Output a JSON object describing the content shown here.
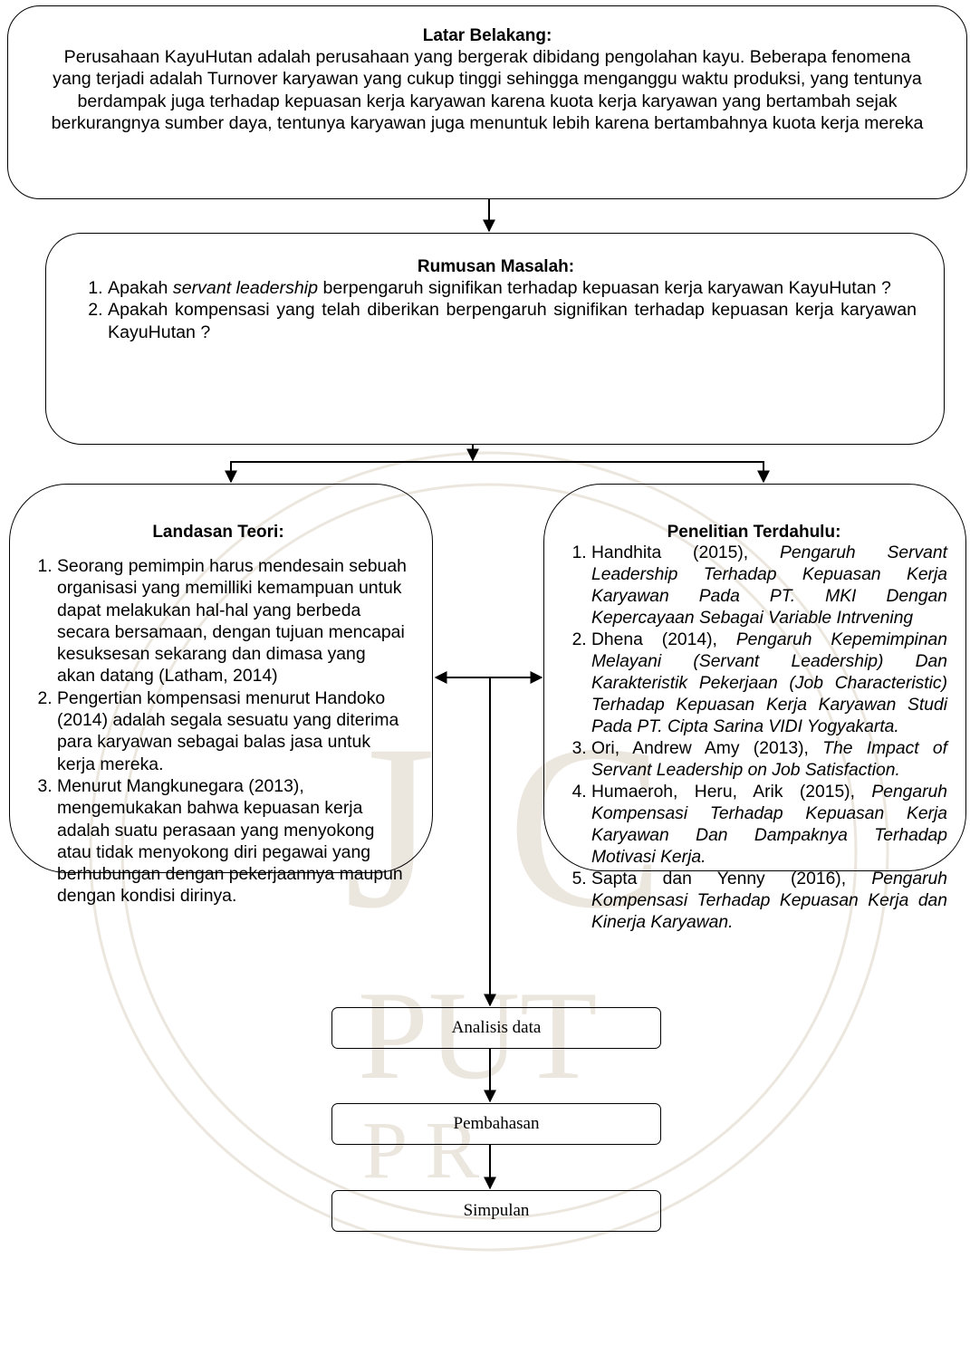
{
  "latar_belakang": {
    "title": "Latar Belakang:",
    "body": "Perusahaan KayuHutan adalah perusahaan yang bergerak dibidang pengolahan kayu. Beberapa fenomena yang terjadi adalah Turnover karyawan yang cukup tinggi sehingga menganggu waktu produksi, yang tentunya berdampak juga terhadap kepuasan kerja karyawan karena kuota kerja karyawan yang bertambah sejak berkurangnya sumber daya, tentunya karyawan juga menuntuk lebih karena bertambahnya kuota kerja mereka"
  },
  "rumusan_masalah": {
    "title": "Rumusan Masalah:",
    "items": [
      {
        "pre": "Apakah ",
        "em": "servant leadership",
        "post": " berpengaruh signifikan terhadap kepuasan kerja karyawan KayuHutan ?"
      },
      {
        "pre": "Apakah kompensasi yang telah diberikan berpengaruh signifikan terhadap kepuasan kerja karyawan KayuHutan ?",
        "em": "",
        "post": ""
      }
    ]
  },
  "landasan_teori": {
    "title": "Landasan Teori:",
    "items": [
      "Seorang pemimpin harus mendesain sebuah organisasi yang memilliki kemampuan untuk dapat melakukan hal-hal yang berbeda secara bersamaan, dengan tujuan mencapai kesuksesan sekarang dan dimasa yang akan datang (Latham, 2014)",
      "Pengertian kompensasi menurut Handoko (2014) adalah segala sesuatu yang diterima para karyawan sebagai balas jasa untuk kerja mereka.",
      "Menurut Mangkunegara (2013), mengemukakan bahwa kepuasan kerja adalah suatu perasaan yang menyokong atau tidak menyokong diri pegawai yang berhubungan dengan pekerjaannya maupun dengan kondisi dirinya."
    ]
  },
  "penelitian_terdahulu": {
    "title": "Penelitian Terdahulu:",
    "items": [
      {
        "author": "Handhita (2015), ",
        "work": "Pengaruh Servant Leadership Terhadap Kepuasan Kerja Karyawan Pada PT. MKI Dengan Kepercayaan Sebagai Variable Intrvening"
      },
      {
        "author": "Dhena (2014), ",
        "work": "Pengaruh Kepemimpinan Melayani (Servant Leadership) Dan Karakteristik Pekerjaan (Job Characteristic) Terhadap Kepuasan Kerja Karyawan Studi Pada PT. Cipta Sarina VIDI Yogyakarta."
      },
      {
        "author": "Ori, Andrew Amy (2013), ",
        "work": "The Impact of Servant Leadership on Job Satisfaction."
      },
      {
        "author": "Humaeroh, Heru, Arik (2015), ",
        "work": "Pengaruh Kompensasi Terhadap Kepuasan Kerja Karyawan Dan Dampaknya Terhadap Motivasi Kerja."
      },
      {
        "author": "Sapta dan Yenny (2016), ",
        "work": "Pengaruh Kompensasi Terhadap Kepuasan Kerja dan Kinerja Karyawan."
      }
    ]
  },
  "steps": {
    "analisis": "Analisis data",
    "pembahasan": "Pembahasan",
    "simpulan": "Simpulan"
  },
  "colors": {
    "line": "#000000",
    "watermark": "#e3ddd2"
  }
}
